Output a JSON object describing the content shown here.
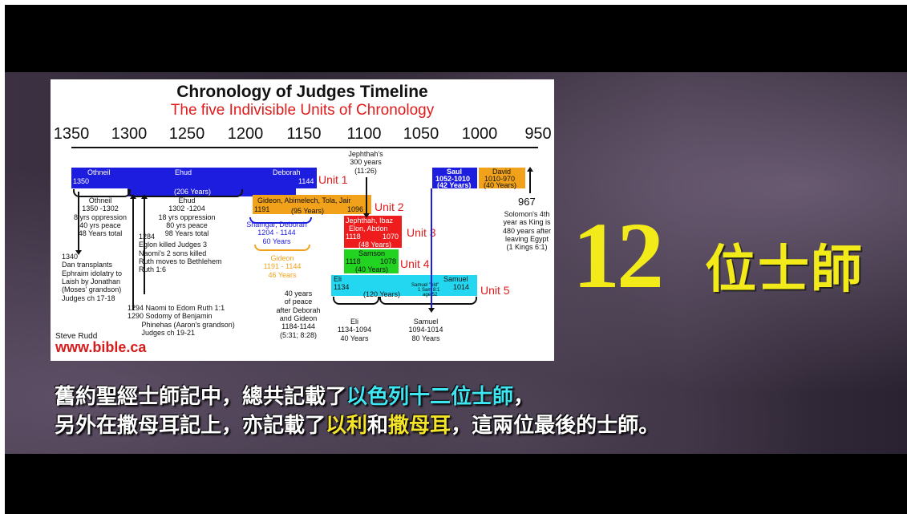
{
  "chart": {
    "title": "Chronology of Judges Timeline",
    "subtitle": "The five Indivisible Units of Chronology",
    "ticks": [
      "1350",
      "1300",
      "1250",
      "1200",
      "1150",
      "1100",
      "1050",
      "1000",
      "950"
    ],
    "bars": {
      "othneil": {
        "name": "Othneil",
        "start": "1350"
      },
      "ehud": {
        "name": "Ehud",
        "years": "(206 Years)"
      },
      "deborah": {
        "name": "Deborah",
        "end": "1144"
      },
      "gideon": {
        "name": "Gideon, Abimelech, Tola, Jair",
        "start": "1191",
        "end": "1096",
        "years": "(95 Years)"
      },
      "jephthah": {
        "name1": "Jephthah, Ibaz",
        "name2": "Elon, Abdon",
        "start": "1118",
        "end": "1070",
        "years": "(48 Years)"
      },
      "samson": {
        "name": "Samson",
        "start": "1118",
        "end": "1078",
        "years": "(40 Years)"
      },
      "eli_samuel": {
        "eli": "Eli",
        "start": "1134",
        "samuel": "Samuel",
        "end": "1014",
        "years": "(120 Years)",
        "note1": "Samuel \"old\"",
        "note2": "1 Sam 8:1",
        "note3": "age 52"
      },
      "saul": {
        "name": "Saul",
        "range": "1052-1010",
        "years": "(42 Years)"
      },
      "david": {
        "name": "David",
        "range": "1010-970",
        "years": "(40 Years)"
      }
    },
    "units": [
      "Unit 1",
      "Unit 2",
      "Unit 3",
      "Unit 4",
      "Unit 5"
    ],
    "jephthah_top": "Jephthah's\n300 years\n(11:26)",
    "othneil_note": "Othneil\n1350 -1302\n8 yrs oppression\n40 yrs peace\n48 Years total",
    "ehud_note": "Ehud\n1302 -1204\n18 yrs oppression\n80 yrs peace\n98 Years total",
    "shamgar_note": "Shamgar, Deborah\n1204 - 1144\n60 Years",
    "gideon_note": "Gideon\n1191 - 1144\n46 Years",
    "peace_note": "40 years\nof peace\nafter Deborah\nand Gideon\n1184-1144\n(5:31; 8:28)",
    "eli_note": "Eli\n1134-1094\n40 Years",
    "samuel_note": "Samuel\n1094-1014\n80 Years",
    "solomon_year": "967",
    "solomon_note": "Solomon's 4th\nyear as King is\n480 years after\nleaving Egypt\n(1 Kings 6:1)",
    "note_1340": "1340\nDan transplants\nEphraim idolatry to\nLaish by Jonathan\n(Moses' grandson)\nJudges ch 17-18",
    "note_1284": "1284\nEglon killed Judges 3\nNaomi's 2 sons killed\nRuth moves to Bethlehem\nRuth 1:6",
    "note_1294": "1294 Naomi to Edom Ruth 1:1\n1290 Sodomy of Benjamin\n       Phinehas (Aaron's grandson)\n       Judges ch 19-21",
    "author": "Steve Rudd",
    "site": "www.bible.ca"
  },
  "overlay": {
    "big_number": "12",
    "big_text": "位士師"
  },
  "subtitle": {
    "line1_a": "舊約聖經士師記中，總共記載了",
    "line1_b": "以色列十二位士師",
    "line1_c": "，",
    "line2_a": "另外在撒母耳記上，亦記載了",
    "line2_b": "以利",
    "line2_c": "和",
    "line2_d": "撒母耳",
    "line2_e": "，這兩位最後的士師。"
  },
  "colors": {
    "blue": "#1d1de0",
    "orange": "#f2a21a",
    "red": "#ee1c1c",
    "green": "#22d322",
    "cyan": "#22d7ef",
    "yellow": "#f3ea1a"
  }
}
